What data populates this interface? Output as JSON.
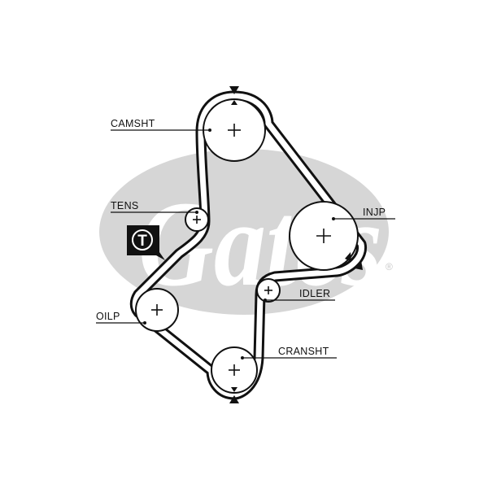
{
  "brand": {
    "name": "Gates",
    "registered_mark": "®",
    "color": "#d6d6d6"
  },
  "diagram": {
    "pulleys": {
      "camshaft": {
        "label": "CAMSHT"
      },
      "tensioner": {
        "label": "TENS"
      },
      "injection_pump": {
        "label": "INJP"
      },
      "idler": {
        "label": "IDLER"
      },
      "oil_pump": {
        "label": "OILP"
      },
      "crankshaft": {
        "label": "CRANSHT"
      }
    },
    "tensioner_badge": {
      "letter": "T",
      "color": "#111111"
    },
    "belt_color": "#111111",
    "timing_marks": [
      "camshaft-top",
      "crankshaft-bottom",
      "injection-pump-right"
    ]
  }
}
